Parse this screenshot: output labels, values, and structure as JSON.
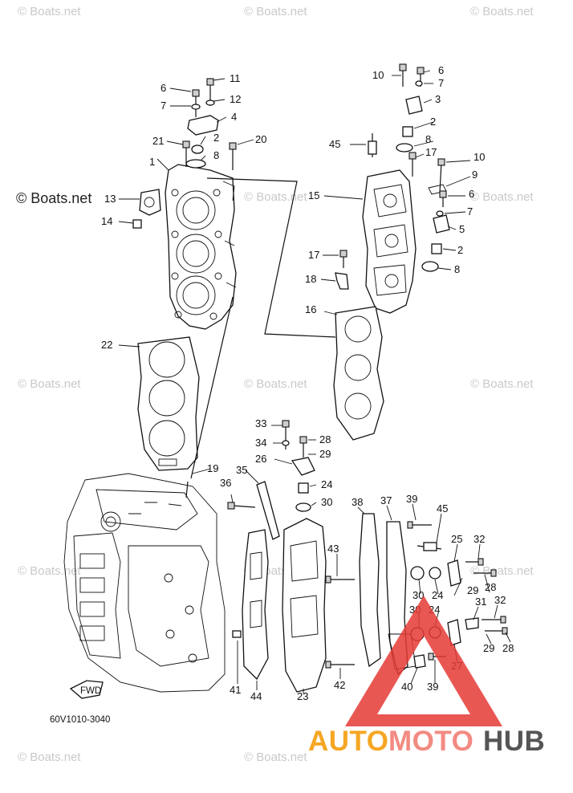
{
  "watermarks": {
    "site": "© Boats.net"
  },
  "diagram": {
    "code": "60V1010-3040",
    "fwd": "FWD"
  },
  "brand": {
    "part1": "AUTO",
    "part2": "MOTO",
    "part3": "HUB",
    "colors": {
      "auto": "#f5a623",
      "moto": "#f28b82",
      "hub": "#555555",
      "triangle": "#e53935"
    }
  },
  "callouts": [
    "1",
    "2",
    "3",
    "4",
    "5",
    "6",
    "7",
    "8",
    "9",
    "10",
    "11",
    "12",
    "13",
    "14",
    "15",
    "16",
    "17",
    "18",
    "19",
    "20",
    "21",
    "22",
    "23",
    "24",
    "25",
    "26",
    "27",
    "28",
    "29",
    "30",
    "31",
    "32",
    "33",
    "34",
    "35",
    "36",
    "37",
    "38",
    "39",
    "40",
    "41",
    "42",
    "43",
    "44",
    "45"
  ]
}
